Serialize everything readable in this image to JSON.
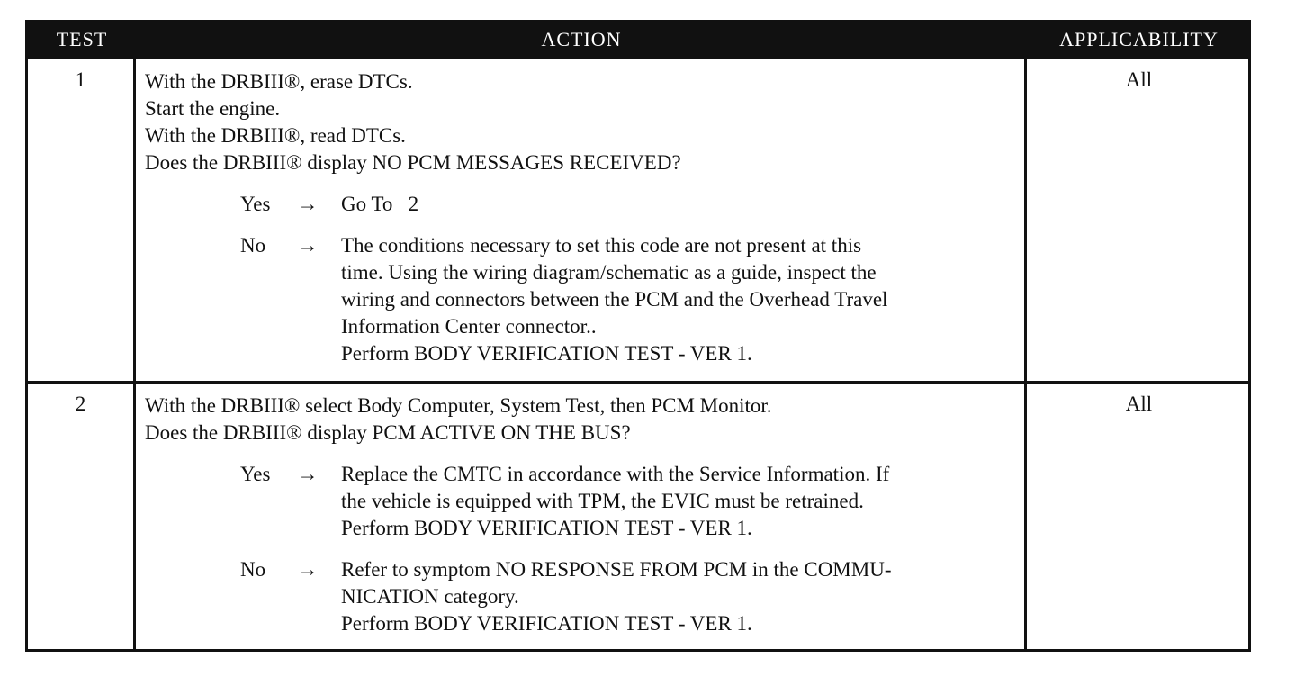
{
  "header": {
    "test": "TEST",
    "action": "ACTION",
    "applicability": "APPLICABILITY"
  },
  "rows": [
    {
      "test": "1",
      "applicability": "All",
      "lines": [
        "With the DRBIII®, erase DTCs.",
        "Start the engine.",
        "With the DRBIII®, read DTCs.",
        "Does the DRBIII® display NO PCM MESSAGES RECEIVED?"
      ],
      "branches": [
        {
          "label": "Yes",
          "arrow": "→",
          "lines": [
            "Go To   2"
          ]
        },
        {
          "label": "No",
          "arrow": "→",
          "lines": [
            "The conditions necessary to set this code are not present at this",
            "time. Using the wiring diagram/schematic as a guide, inspect the",
            "wiring and connectors between the PCM and the Overhead Travel",
            "Information Center connector..",
            "Perform BODY VERIFICATION TEST - VER 1."
          ]
        }
      ]
    },
    {
      "test": "2",
      "applicability": "All",
      "lines": [
        "With the DRBIII® select Body Computer, System Test, then PCM Monitor.",
        "Does the DRBIII® display PCM ACTIVE ON THE BUS?"
      ],
      "branches": [
        {
          "label": "Yes",
          "arrow": "→",
          "lines": [
            "Replace the CMTC in accordance with the Service Information. If",
            "the vehicle is equipped with TPM, the EVIC must be retrained.",
            "Perform BODY VERIFICATION TEST - VER 1."
          ]
        },
        {
          "label": "No",
          "arrow": "→",
          "lines": [
            "Refer to symptom NO RESPONSE FROM PCM in the COMMU-",
            "NICATION category.",
            "Perform BODY VERIFICATION TEST - VER 1."
          ]
        }
      ]
    }
  ]
}
